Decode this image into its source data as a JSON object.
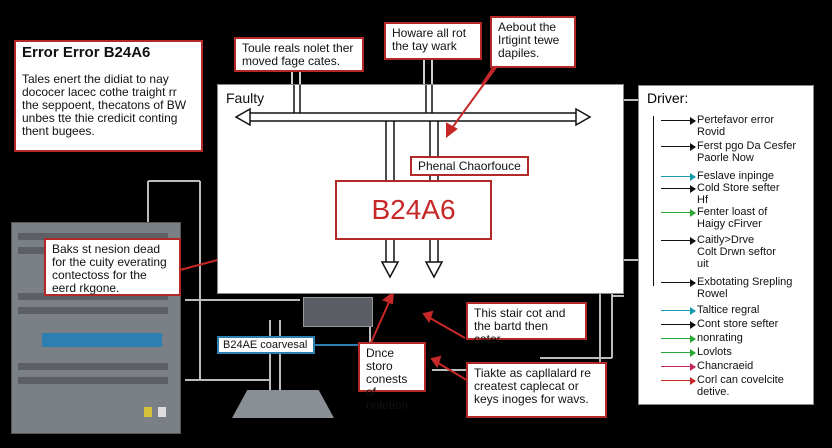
{
  "title_box": {
    "heading": "Error Error B24A6",
    "body": "Tales enert the didiat to nay dococer lacec cothe traight rr the seppoent, thecatons of BW unbes tte thie credicit conting thent bugees."
  },
  "callouts": {
    "top_left": "Toule reals nolet ther moved fage cates.",
    "top_center": "Howare all rot the tay wark",
    "top_right": "Aebout the Irtigint tewe dapiles.",
    "phenal": "Phenal Chaorfouce",
    "mid_left": "Baks st nesion dead for the cuity everating contectoss for the eerd rkgone.",
    "bottom_right": "This stair cot and the bartd then cater.",
    "bottom_center": "Dnce storo conests of noletion.",
    "bottom_right2": "Tiakte as capllalard re createst caplecat or keys inoges for wavs."
  },
  "main": {
    "faulty_label": "Faulty",
    "code": "B24A6",
    "bus_label": "B24AE coarvesal"
  },
  "driver": {
    "label": "Driver:",
    "items": [
      {
        "text": "Pertefavor error\nRovid",
        "color": "#111111"
      },
      {
        "text": "Ferst pgo Da Cesfer\nPaorle Now",
        "color": "#111111"
      },
      {
        "text": "Feslave inpinge",
        "color": "#1a9ab0"
      },
      {
        "text": "Cold Store sefter\nHf",
        "color": "#111111"
      },
      {
        "text": "Fenter loast of\nHaigy cFirver",
        "color": "#2aa836"
      },
      {
        "text": "Caitly>Drve\nColt Drwn seftor\nuit",
        "color": "#111111"
      },
      {
        "text": "Exbotating Srepling\nRowel",
        "color": "#111111"
      },
      {
        "text": "Taltice regral",
        "color": "#1a9ab0"
      },
      {
        "text": "Cont store sefter",
        "color": "#111111"
      },
      {
        "text": "nonrating",
        "color": "#2aa836"
      },
      {
        "text": "Lovlots",
        "color": "#2aa836"
      },
      {
        "text": "Chancraeid",
        "color": "#c6285b"
      },
      {
        "text": "Corl can covelcite\ndetive.",
        "color": "#c62828"
      }
    ]
  },
  "colors": {
    "accent_red": "#c62828",
    "box_border": "#b42828",
    "line_blue": "#2c7fb0"
  },
  "icons": [
    "server-tower",
    "monitor-stand",
    "network-device"
  ]
}
